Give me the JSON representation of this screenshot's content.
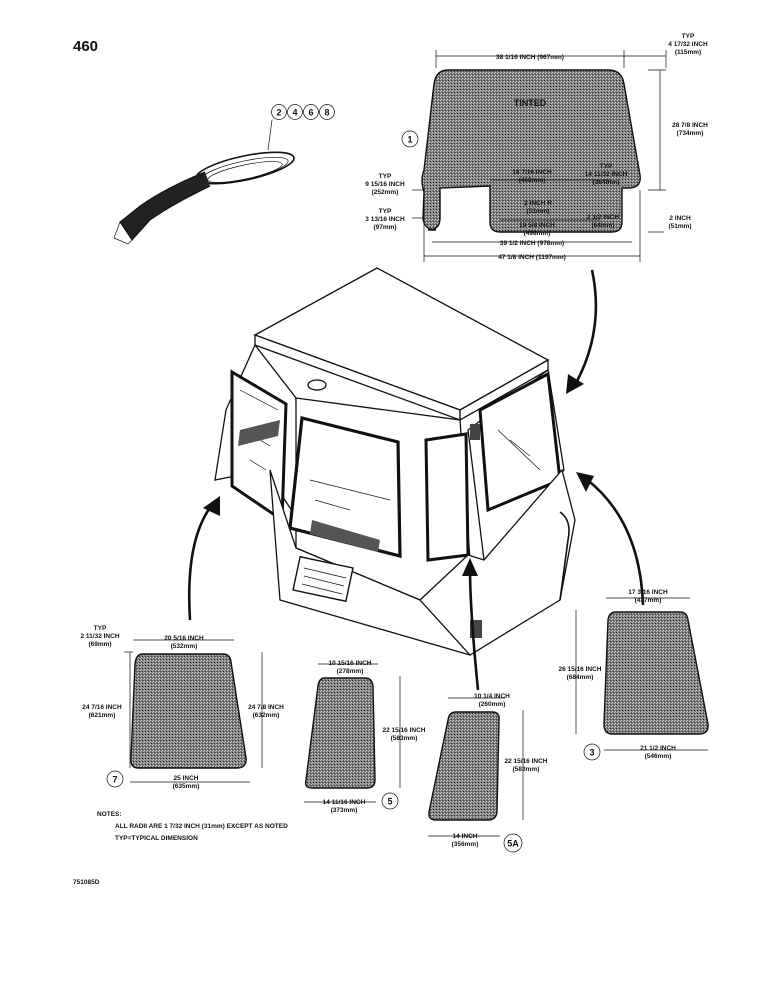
{
  "page": {
    "number": "460",
    "code": "751085D",
    "notes_title": "NOTES:",
    "notes": [
      "ALL RADII ARE 1 7/32 INCH (31mm) EXCEPT AS NOTED",
      "TYP=TYPICAL DIMENSION"
    ]
  },
  "seal": {
    "callouts": [
      "2",
      "4",
      "6",
      "8"
    ]
  },
  "windshield": {
    "callout": "1",
    "tinted_label": "TINTED",
    "dims": {
      "top_width": "38 1/16 INCH (967mm)",
      "typ_corner_label": "TYP",
      "typ_corner_in": "4 17/32 INCH",
      "typ_corner_mm": "(115mm)",
      "height_in": "28 7/8 INCH",
      "height_mm": "(734mm)",
      "left_typ_label": "TYP",
      "left_typ_in": "9 15/16 INCH",
      "left_typ_mm": "(252mm)",
      "notch_in": "18 7/16 INCH",
      "notch_mm": "(468mm)",
      "right_typ_label": "TYP",
      "right_typ_in": "14 11/32 INCH",
      "right_typ_mm": "(364mm)",
      "radius_in": "2 INCH R",
      "radius_mm": "(51mm)",
      "lower_left_typ_label": "TYP",
      "lower_left_in": "3 13/16 INCH",
      "lower_left_mm": "(97mm)",
      "inner_bottom_in": "19 5/8 INCH",
      "inner_bottom_mm": "(498mm)",
      "lower_right_in": "2 1/2 INCH",
      "lower_right_mm": "(64mm)",
      "step_in": "2 INCH",
      "step_mm": "(51mm)",
      "mid_width": "39 1/2 INCH (978mm)",
      "full_width": "47 1/8 INCH (1197mm)"
    }
  },
  "glass7": {
    "callout": "7",
    "typ_label": "TYP",
    "corner_in": "2 11/32 INCH",
    "corner_mm": "(69mm)",
    "top_in": "20 5/16 INCH",
    "top_mm": "(532mm)",
    "left_in": "24 7/16 INCH",
    "left_mm": "(621mm)",
    "right_in": "24 7/8 INCH",
    "right_mm": "(632mm)",
    "bottom_in": "25 INCH",
    "bottom_mm": "(635mm)"
  },
  "glass5": {
    "callout": "5",
    "top_in": "10 15/16 INCH",
    "top_mm": "(278mm)",
    "height_in": "22 15/16 INCH",
    "height_mm": "(583mm)",
    "bottom_in": "14 11/16 INCH",
    "bottom_mm": "(373mm)"
  },
  "glass5a": {
    "callout": "5A",
    "top_in": "10 1/4 INCH",
    "top_mm": "(260mm)",
    "height_in": "22 15/16 INCH",
    "height_mm": "(583mm)",
    "bottom_in": "14 INCH",
    "bottom_mm": "(356mm)"
  },
  "glass3": {
    "callout": "3",
    "top_in": "17 3/16 INCH",
    "top_mm": "(437mm)",
    "height_in": "26 15/16 INCH",
    "height_mm": "(684mm)",
    "bottom_in": "21 1/2 INCH",
    "bottom_mm": "(546mm)"
  }
}
